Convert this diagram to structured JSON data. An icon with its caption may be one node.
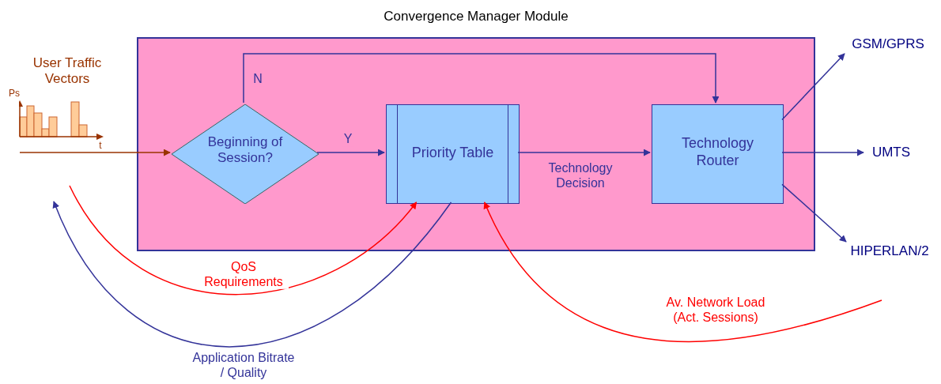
{
  "diagram": {
    "nodes": [
      {
        "text": [
          "Convergence Manager Module"
        ]
      },
      {
        "text": [
          "User Traffic Vectors"
        ]
      },
      {
        "text": [
          "Beginning of Session?"
        ],
        "in": 0
      },
      {
        "text": [
          "Priority Table"
        ],
        "in": 0
      },
      {
        "text": [
          "Technology Router"
        ],
        "in": 0
      },
      {
        "text": [
          "GSM/GPRS"
        ]
      },
      {
        "text": [
          "UMTS"
        ]
      },
      {
        "text": [
          "HIPERLAN/2"
        ]
      }
    ],
    "edges": [
      {
        "from": 1,
        "to": 2,
        "arrow": "to",
        "color": "#993300"
      },
      {
        "from": 2,
        "to": 3,
        "arrow": "to",
        "label": "Y"
      },
      {
        "from": 2,
        "to": 4,
        "arrow": "to",
        "label": "N"
      },
      {
        "from": 3,
        "to": 4,
        "arrow": "to",
        "label": "Technology Decision"
      },
      {
        "from": 4,
        "to": 5,
        "arrow": "to"
      },
      {
        "from": 4,
        "to": 6,
        "arrow": "to"
      },
      {
        "from": 4,
        "to": 7,
        "arrow": "to"
      },
      {
        "from": null,
        "to": 3,
        "arrow": "to",
        "label": "QoS Requirements",
        "color": "#ff0000"
      },
      {
        "from": 3,
        "to": null,
        "arrow": "to",
        "label": "Application Bitrate / Quality"
      },
      {
        "from": null,
        "to": 3,
        "arrow": "to",
        "label": "Av. Network Load (Act. Sessions)",
        "color": "#ff0000"
      }
    ],
    "labels": [
      "Ps",
      "t"
    ]
  }
}
